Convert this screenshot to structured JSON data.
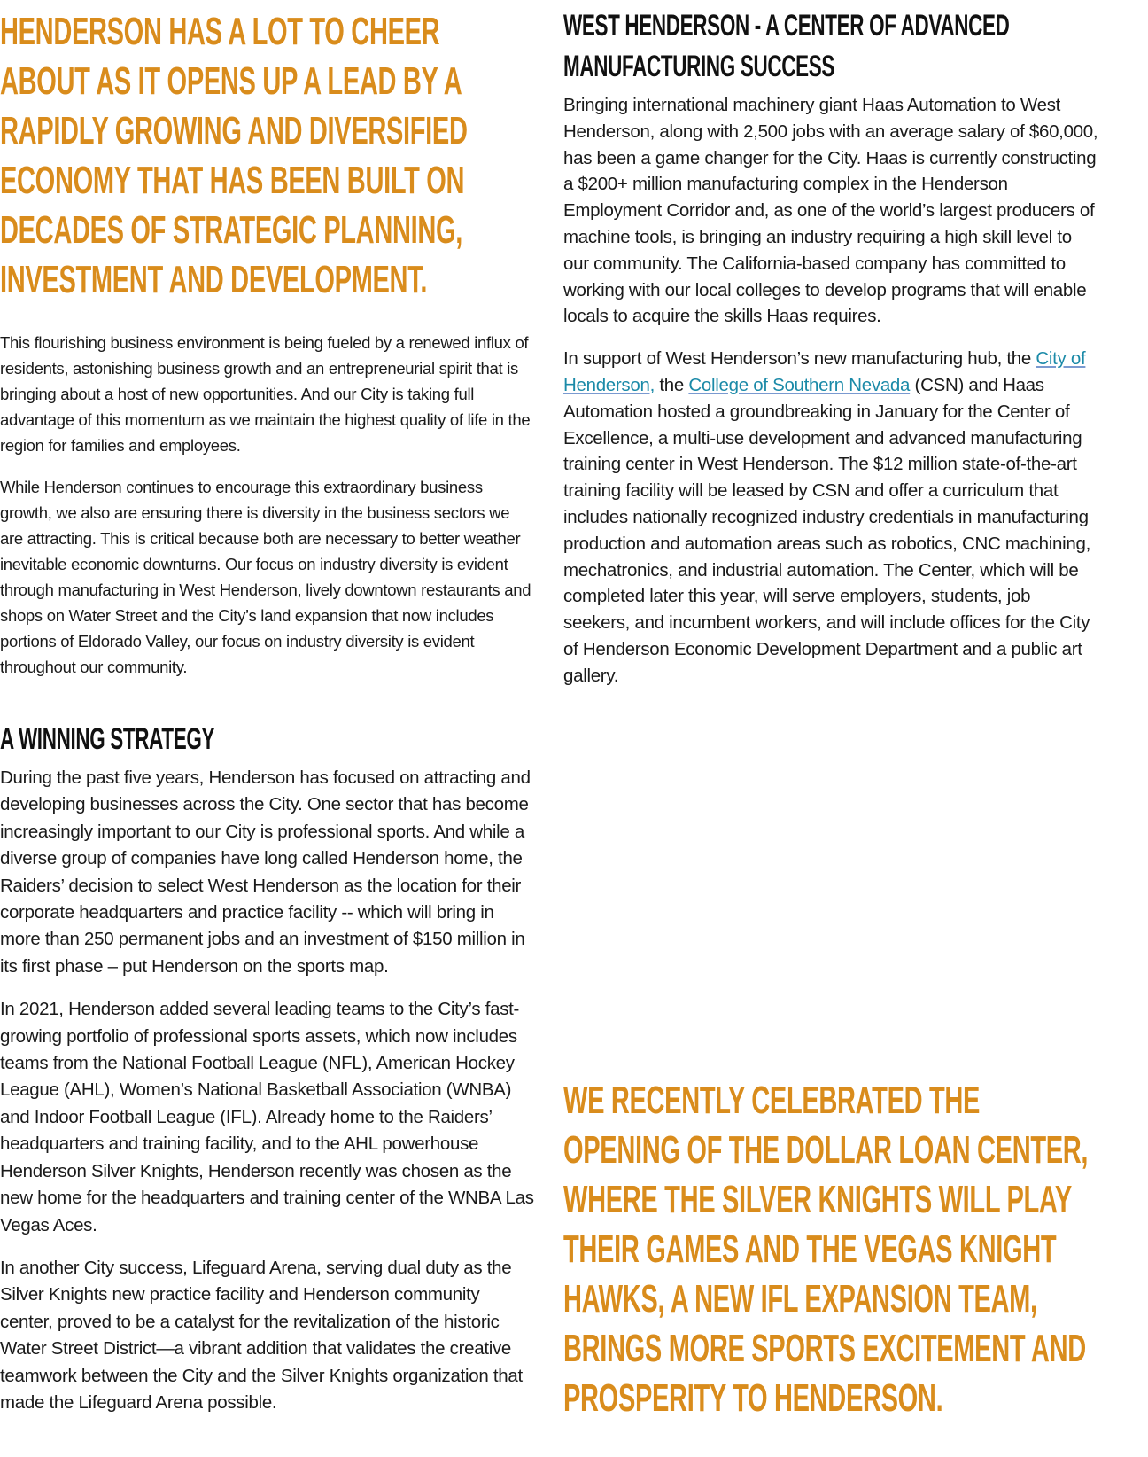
{
  "intro": {
    "headline": "Henderson has a lot to cheer about as it opens up a lead by a rapidly growing and diversified economy that has been built on decades of strategic planning, investment and development.",
    "paragraphs": [
      "This flourishing business environment is being fueled by a renewed influx of residents, astonishing business growth and an entrepreneurial spirit that is bringing about a host of new opportunities. And our City is taking full advantage of this momentum as we maintain the highest quality of life in the region for families and employees.",
      "While Henderson continues to encourage this extraordinary business growth, we also are ensuring there is diversity in the business sectors we are attracting. This is critical because both are necessary to better weather inevitable economic downturns. Our focus on industry diversity is evident through manufacturing in West Henderson, lively downtown restaurants and shops on Water Street and the City’s land expansion that now includes portions of Eldorado Valley, our focus on industry diversity is evident throughout our community."
    ]
  },
  "strategy": {
    "heading": "A Winning Strategy",
    "paragraphs": [
      "During the past five years, Henderson has focused on attracting and developing businesses across the City. One sector that has become increasingly important to our City is professional sports. And while a diverse group of companies have long called Henderson home, the Raiders’ decision to select West Henderson as the location for their corporate headquarters and practice facility -- which will bring in more than 250 permanent jobs and an investment of $150 million in its first phase – put Henderson on the sports map.",
      "In 2021, Henderson added several leading teams to the City’s fast-growing portfolio of professional sports assets, which now includes teams from the National Football League (NFL), American Hockey League (AHL), Women’s National Basketball Association (WNBA) and Indoor Football League (IFL). Already home to the Raiders’ headquarters and training facility, and to the AHL powerhouse Henderson Silver Knights, Henderson recently was chosen as the new home for the headquarters and training center of the WNBA Las Vegas Aces.",
      "In another City success, Lifeguard Arena, serving dual duty as the Silver Knights new practice facility and Henderson community center, proved to be a catalyst for the revitalization of the historic Water Street District—a vibrant addition that validates the creative teamwork between the City and the Silver Knights organization that made the Lifeguard Arena possible."
    ]
  },
  "west": {
    "heading": "West Henderson - A Center of Advanced Manufacturing Success",
    "paragraph1": "Bringing international machinery giant Haas Automation to West Henderson, along with 2,500 jobs with an average salary of $60,000, has been a game changer for the City. Haas is currently constructing a $200+ million manufacturing complex in the Henderson Employment Corridor and, as one of the world’s largest producers of machine tools, is bringing an industry requiring a high skill level to our community. The California-based company has committed to working with our local colleges to develop programs that will enable locals to acquire the skills Haas requires.",
    "p2_a": "In support of West Henderson’s new manufacturing hub, the ",
    "link1": "City of Henderson,",
    "p2_b": " the ",
    "link2": "College of Southern Nevada",
    "p2_c": " (CSN) and Haas Automation hosted a groundbreaking in January for the Center of Excellence, a multi-use development and advanced manufacturing training center in West Henderson. The $12 million state-of-the-art training facility will be leased by CSN and offer a curriculum that includes nationally recognized industry credentials in manufacturing production and automation areas such as robotics, CNC machining, mechatronics, and industrial automation. The Center, which will be completed later this year, will serve employers, students, job seekers, and incumbent workers, and will include offices for the City of Henderson Economic Development Department and a public art gallery."
  },
  "pullquote": "We recently celebrated the opening of the Dollar Loan Center, where the Silver Knights will play their games and the Vegas Knight Hawks, a new IFL expansion team, brings more sports excitement and prosperity to Henderson.",
  "colors": {
    "accent": "#d98c1c",
    "link": "#1b8aa8"
  }
}
